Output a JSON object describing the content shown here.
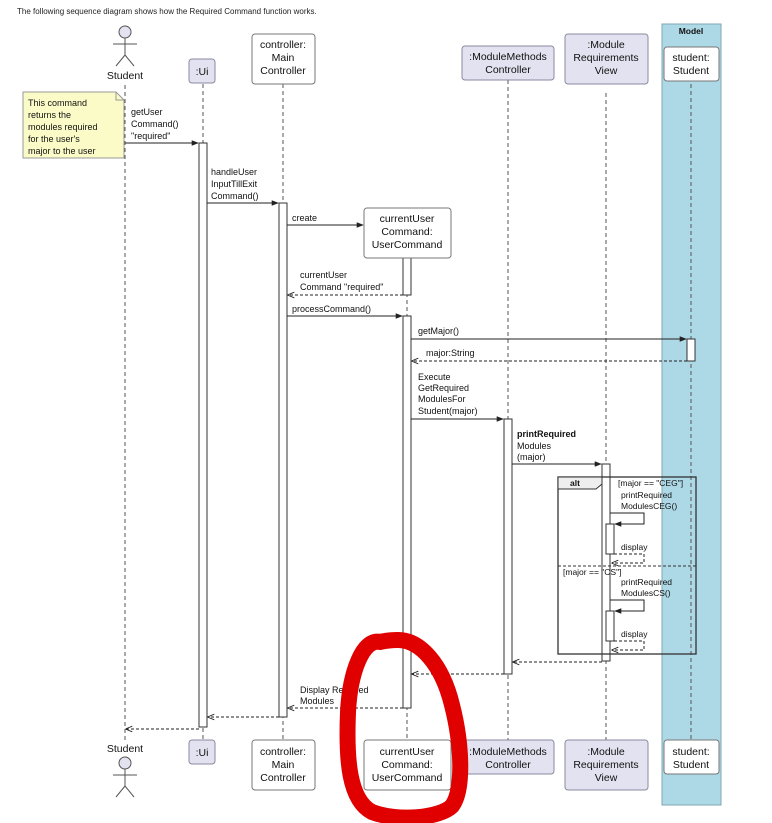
{
  "intro_text": "The following sequence diagram shows how the Required Command function works.",
  "model_box_label": "Model",
  "participants": {
    "student": "Student",
    "ui": ":Ui",
    "main_controller": [
      "controller:",
      "Main",
      "Controller"
    ],
    "user_command": [
      "currentUser",
      "Command:",
      "UserCommand"
    ],
    "module_methods": [
      ":ModuleMethods",
      "Controller"
    ],
    "requirements_view": [
      ":Module",
      "Requirements",
      "View"
    ],
    "student_object": [
      "student:",
      "Student"
    ]
  },
  "note": [
    "This command",
    "returns the",
    "modules required",
    "for the user's",
    "major to the user"
  ],
  "messages": {
    "get_user_command": [
      "getUser",
      "Command()",
      "\"required\""
    ],
    "handle_user_input": [
      "handleUser",
      "InputTillExit",
      "Command()"
    ],
    "create": "create",
    "create_return": [
      "currentUser",
      "Command \"required\""
    ],
    "process_command": "processCommand()",
    "get_major": "getMajor()",
    "get_major_return": "major:String",
    "execute": [
      "Execute",
      "GetRequired",
      "ModulesFor",
      "Student(major)"
    ],
    "print_required": [
      "printRequired",
      "Modules",
      "(major)"
    ],
    "print_ceg": [
      "printRequired",
      "ModulesCEG()"
    ],
    "display": "display",
    "print_cs": [
      "printRequired",
      "ModulesCS()"
    ],
    "display_required": [
      "Display Required",
      "Modules"
    ]
  },
  "alt_fragment": {
    "label": "alt",
    "guard_ceg": "[major == \"CEG\"]",
    "guard_cs": "[major == \"CS\"]"
  },
  "colors": {
    "participant_fill": "#e2e2f0",
    "note_fill": "#fbfbc8",
    "model_fill": "#add8e6",
    "annotation_red": "#e00000"
  }
}
